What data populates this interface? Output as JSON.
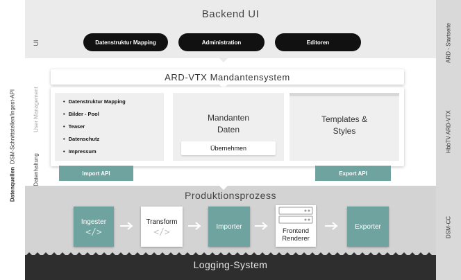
{
  "side_left": {
    "bold": "Datenquellen",
    "rest": "DSM-Schnittstellen/Ingest-API"
  },
  "side_right": {
    "top": "ARD - Startseite",
    "middle": "HbbTV ARD-VTX",
    "bottom": "DSM-CC"
  },
  "backend": {
    "title": "Backend UI",
    "ui_label": "UI",
    "buttons": [
      "Datenstruktur Mapping",
      "Administration",
      "Editoren"
    ]
  },
  "main": {
    "title": "ARD-VTX Mandantensystem",
    "label_user_mgmt": "User Management",
    "label_data": "Datenhaltung",
    "features": [
      "Datenstruktur Mapping",
      "Bilder - Pool",
      "Teaser",
      "Datenschutz",
      "Impressum"
    ],
    "mandanten": "Mandanten Daten",
    "uebernehmen": "Übernehmen",
    "templates": "Templates & Styles",
    "import_api": "Import API",
    "export_api": "Export API"
  },
  "production": {
    "title": "Produktionsprozess",
    "steps": [
      "Ingester",
      "Transform",
      "Importer",
      "Frontend Renderer",
      "Exporter"
    ],
    "code_glyph": "</>"
  },
  "logging": {
    "title": "Logging-System"
  },
  "colors": {
    "teal": "#6ea39f",
    "dark": "#2e2e2e",
    "black": "#111111",
    "grey": "#d3d3d3"
  }
}
